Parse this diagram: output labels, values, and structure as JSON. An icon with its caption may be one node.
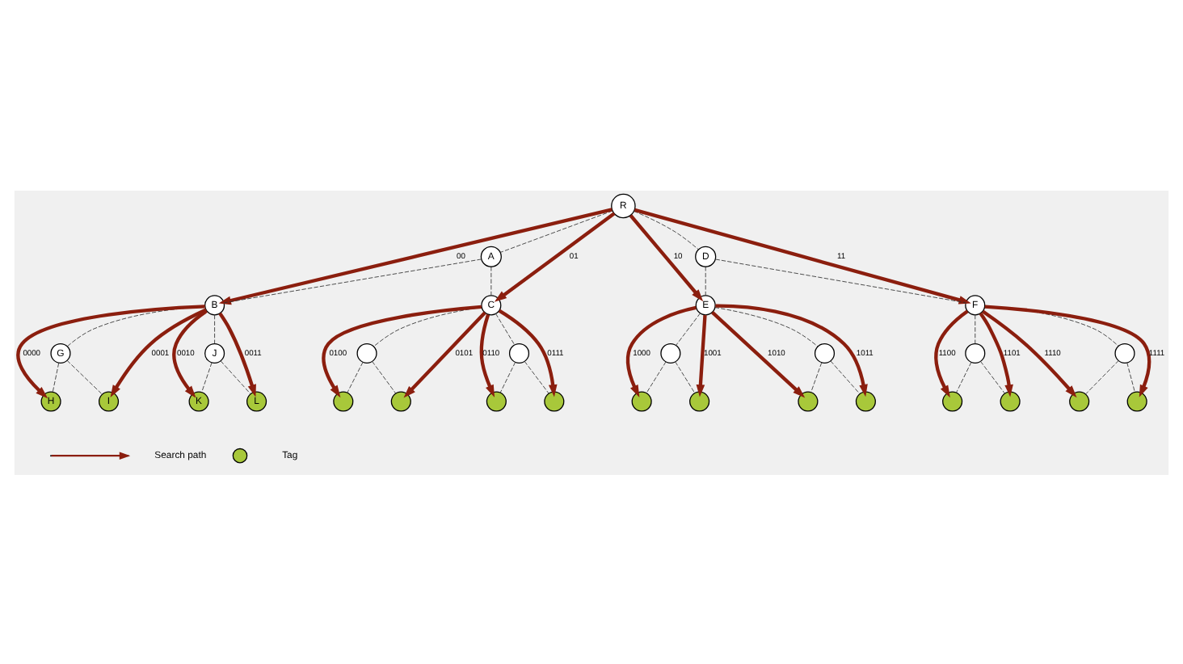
{
  "diagram": {
    "nodes": [
      {
        "text": [
          "R"
        ]
      },
      {
        "text": [
          "A"
        ]
      },
      {
        "text": [
          "D"
        ]
      },
      {
        "text": [
          "B"
        ]
      },
      {
        "text": [
          "C"
        ]
      },
      {
        "text": [
          "E"
        ]
      },
      {
        "text": [
          "F"
        ]
      },
      {
        "text": [
          "G"
        ]
      },
      {
        "text": [
          "J"
        ]
      },
      {
        "text": [],
        "shape": "circle"
      },
      {
        "text": [],
        "shape": "circle"
      },
      {
        "text": [],
        "shape": "circle"
      },
      {
        "text": [],
        "shape": "circle"
      },
      {
        "text": [],
        "shape": "circle"
      },
      {
        "text": [],
        "shape": "circle"
      },
      {
        "text": [
          "H"
        ]
      },
      {
        "text": [
          "I"
        ]
      },
      {
        "text": [
          "K"
        ]
      },
      {
        "text": [
          "L"
        ]
      },
      {
        "text": [],
        "shape": "circle"
      },
      {
        "text": [],
        "shape": "circle"
      },
      {
        "text": [],
        "shape": "circle"
      },
      {
        "text": [],
        "shape": "circle"
      },
      {
        "text": [],
        "shape": "circle"
      },
      {
        "text": [],
        "shape": "circle"
      },
      {
        "text": [],
        "shape": "circle"
      },
      {
        "text": [],
        "shape": "circle"
      },
      {
        "text": [],
        "shape": "circle"
      },
      {
        "text": [],
        "shape": "circle"
      },
      {
        "text": [],
        "shape": "circle"
      },
      {
        "text": [],
        "shape": "circle"
      }
    ],
    "edges": [
      {
        "from": 0,
        "to": 1,
        "arrow": "none",
        "style": "dashed"
      },
      {
        "from": 0,
        "to": 2,
        "arrow": "none",
        "style": "dashed"
      },
      {
        "from": 1,
        "to": 3,
        "arrow": "none",
        "style": "dashed"
      },
      {
        "from": 1,
        "to": 4,
        "arrow": "none",
        "style": "dashed"
      },
      {
        "from": 2,
        "to": 5,
        "arrow": "none",
        "style": "dashed"
      },
      {
        "from": 2,
        "to": 6,
        "arrow": "none",
        "style": "dashed"
      },
      {
        "from": 0,
        "to": 3,
        "arrow": "to",
        "label": "00",
        "style": "thick",
        "color": "#8b1e0e"
      },
      {
        "from": 0,
        "to": 4,
        "arrow": "to",
        "label": "01",
        "style": "thick",
        "color": "#8b1e0e"
      },
      {
        "from": 0,
        "to": 5,
        "arrow": "to",
        "label": "10",
        "style": "thick",
        "color": "#8b1e0e"
      },
      {
        "from": 0,
        "to": 6,
        "arrow": "to",
        "label": "11",
        "style": "thick",
        "color": "#8b1e0e"
      },
      {
        "from": 3,
        "to": 7,
        "arrow": "none",
        "style": "dashed"
      },
      {
        "from": 3,
        "to": 8,
        "arrow": "none",
        "style": "dashed"
      },
      {
        "from": 7,
        "to": 15,
        "arrow": "none",
        "style": "dashed"
      },
      {
        "from": 7,
        "to": 16,
        "arrow": "none",
        "style": "dashed"
      },
      {
        "from": 8,
        "to": 17,
        "arrow": "none",
        "style": "dashed"
      },
      {
        "from": 8,
        "to": 18,
        "arrow": "none",
        "style": "dashed"
      },
      {
        "from": 3,
        "to": 15,
        "arrow": "to",
        "label": "0000",
        "style": "thick",
        "color": "#8b1e0e"
      },
      {
        "from": 3,
        "to": 16,
        "arrow": "to",
        "label": "0001",
        "style": "thick",
        "color": "#8b1e0e"
      },
      {
        "from": 3,
        "to": 17,
        "arrow": "to",
        "label": "0010",
        "style": "thick",
        "color": "#8b1e0e"
      },
      {
        "from": 3,
        "to": 18,
        "arrow": "to",
        "label": "0011",
        "style": "thick",
        "color": "#8b1e0e"
      },
      {
        "from": 4,
        "to": 9,
        "arrow": "none",
        "style": "dashed"
      },
      {
        "from": 4,
        "to": 10,
        "arrow": "none",
        "style": "dashed"
      },
      {
        "from": 9,
        "to": 19,
        "arrow": "none",
        "style": "dashed"
      },
      {
        "from": 9,
        "to": 20,
        "arrow": "none",
        "style": "dashed"
      },
      {
        "from": 10,
        "to": 21,
        "arrow": "none",
        "style": "dashed"
      },
      {
        "from": 10,
        "to": 22,
        "arrow": "none",
        "style": "dashed"
      },
      {
        "from": 4,
        "to": 19,
        "arrow": "to",
        "label": "0100",
        "style": "thick",
        "color": "#8b1e0e"
      },
      {
        "from": 4,
        "to": 20,
        "arrow": "to",
        "label": "0101",
        "style": "thick",
        "color": "#8b1e0e"
      },
      {
        "from": 4,
        "to": 21,
        "arrow": "to",
        "label": "0110",
        "style": "thick",
        "color": "#8b1e0e"
      },
      {
        "from": 4,
        "to": 22,
        "arrow": "to",
        "label": "0111",
        "style": "thick",
        "color": "#8b1e0e"
      },
      {
        "from": 5,
        "to": 11,
        "arrow": "none",
        "style": "dashed"
      },
      {
        "from": 5,
        "to": 12,
        "arrow": "none",
        "style": "dashed"
      },
      {
        "from": 11,
        "to": 23,
        "arrow": "none",
        "style": "dashed"
      },
      {
        "from": 11,
        "to": 24,
        "arrow": "none",
        "style": "dashed"
      },
      {
        "from": 12,
        "to": 25,
        "arrow": "none",
        "style": "dashed"
      },
      {
        "from": 12,
        "to": 26,
        "arrow": "none",
        "style": "dashed"
      },
      {
        "from": 5,
        "to": 23,
        "arrow": "to",
        "label": "1000",
        "style": "thick",
        "color": "#8b1e0e"
      },
      {
        "from": 5,
        "to": 24,
        "arrow": "to",
        "label": "1001",
        "style": "thick",
        "color": "#8b1e0e"
      },
      {
        "from": 5,
        "to": 25,
        "arrow": "to",
        "label": "1010",
        "style": "thick",
        "color": "#8b1e0e"
      },
      {
        "from": 5,
        "to": 26,
        "arrow": "to",
        "label": "1011",
        "style": "thick",
        "color": "#8b1e0e"
      },
      {
        "from": 6,
        "to": 13,
        "arrow": "none",
        "style": "dashed"
      },
      {
        "from": 6,
        "to": 14,
        "arrow": "none",
        "style": "dashed"
      },
      {
        "from": 13,
        "to": 27,
        "arrow": "none",
        "style": "dashed"
      },
      {
        "from": 13,
        "to": 28,
        "arrow": "none",
        "style": "dashed"
      },
      {
        "from": 14,
        "to": 29,
        "arrow": "none",
        "style": "dashed"
      },
      {
        "from": 14,
        "to": 30,
        "arrow": "none",
        "style": "dashed"
      },
      {
        "from": 6,
        "to": 27,
        "arrow": "to",
        "label": "1100",
        "style": "thick",
        "color": "#8b1e0e"
      },
      {
        "from": 6,
        "to": 28,
        "arrow": "to",
        "label": "1101",
        "style": "thick",
        "color": "#8b1e0e"
      },
      {
        "from": 6,
        "to": 29,
        "arrow": "to",
        "label": "1110",
        "style": "thick",
        "color": "#8b1e0e"
      },
      {
        "from": 6,
        "to": 30,
        "arrow": "to",
        "label": "1111",
        "style": "thick",
        "color": "#8b1e0e"
      }
    ],
    "legend": [
      {
        "text": "Search path"
      },
      {
        "text": "Tag",
        "color": "#a8c83a"
      }
    ]
  }
}
